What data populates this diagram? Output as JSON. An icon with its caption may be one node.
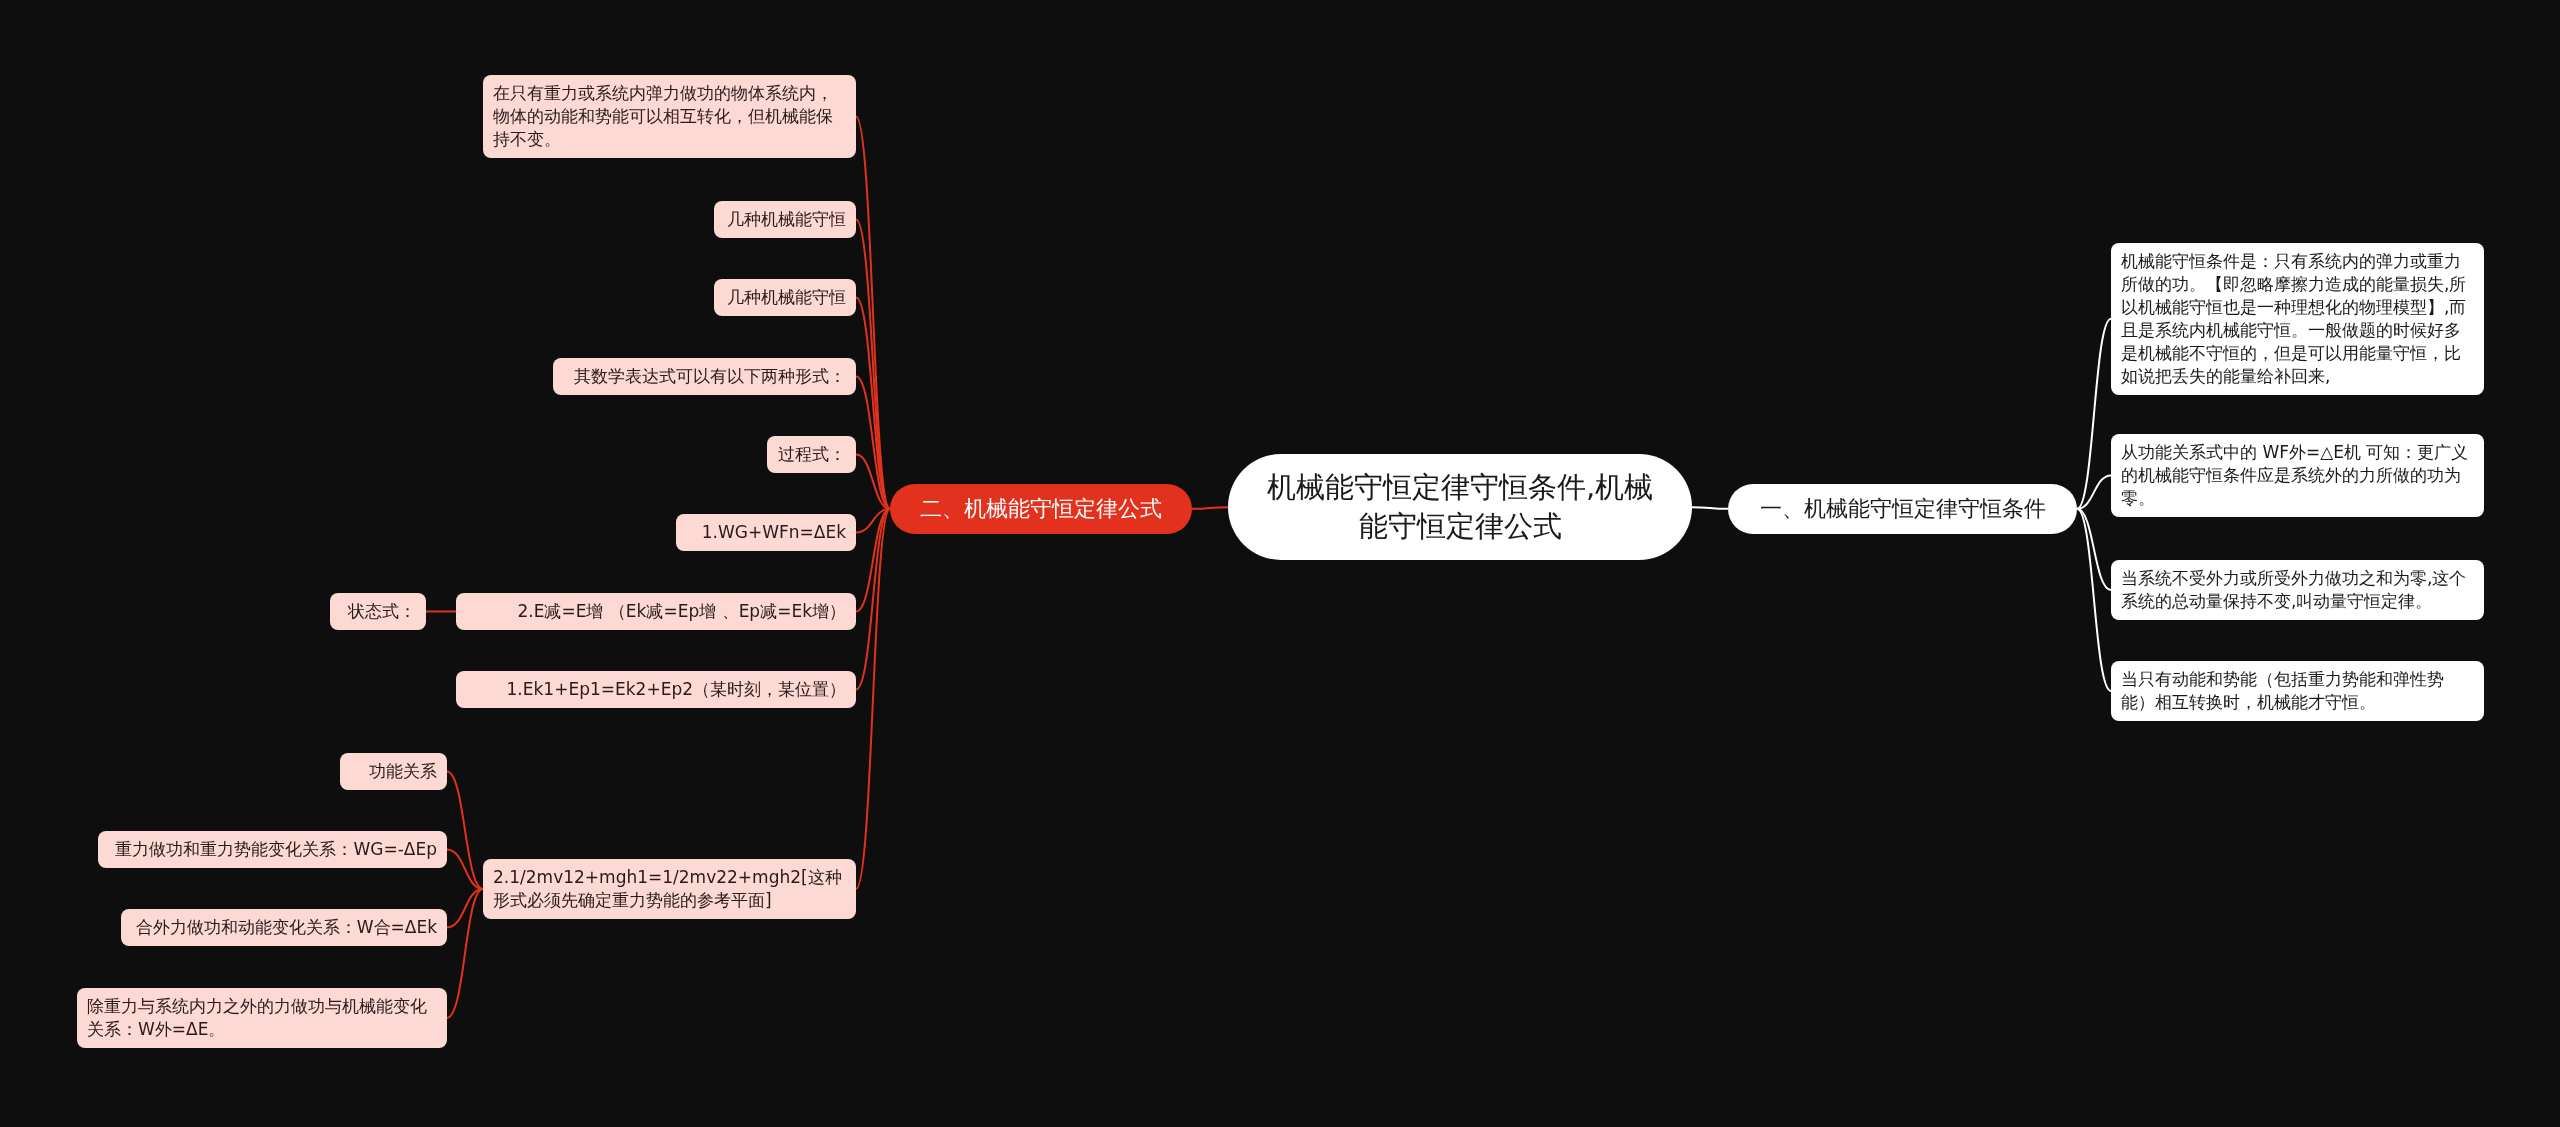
{
  "diagram": {
    "nodes": [
      {
        "text": [
          "机械能守恒定律守恒条件,机械能守恒定律公式"
        ]
      },
      {
        "text": [
          "二、机械能守恒定律公式"
        ]
      },
      {
        "text": [
          "在只有重力或系统内弹力做功的物体系统内，物体的动能和势能可以相互转化，但机械能保持不变。"
        ]
      },
      {
        "text": [
          "几种机械能守恒"
        ]
      },
      {
        "text": [
          "几种机械能守恒"
        ]
      },
      {
        "text": [
          "其数学表达式可以有以下两种形式："
        ]
      },
      {
        "text": [
          "过程式："
        ]
      },
      {
        "text": [
          "1.WG+WFn=ΔEk"
        ]
      },
      {
        "text": [
          "2.E减=E增 （Ek减=Ep增 、Ep减=Ek增）"
        ]
      },
      {
        "text": [
          "状态式："
        ]
      },
      {
        "text": [
          "1.Ek1+Ep1=Ek2+Ep2（某时刻，某位置）"
        ]
      },
      {
        "text": [
          "2.1/2mv12+mgh1=1/2mv22+mgh2[这种形式必须先确定重力势能的参考平面]"
        ]
      },
      {
        "text": [
          "功能关系"
        ]
      },
      {
        "text": [
          "重力做功和重力势能变化关系：WG=-ΔEp"
        ]
      },
      {
        "text": [
          "合外力做功和动能变化关系：W合=ΔEk"
        ]
      },
      {
        "text": [
          "除重力与系统内力之外的力做功与机械能变化关系：W外=ΔE。"
        ]
      },
      {
        "text": [
          "一、机械能守恒定律守恒条件"
        ]
      },
      {
        "text": [
          "机械能守恒条件是：只有系统内的弹力或重力所做的功。【即忽略摩擦力造成的能量损失,所以机械能守恒也是一种理想化的物理模型】,而且是系统内机械能守恒。一般做题的时候好多是机械能不守恒的，但是可以用能量守恒，比如说把丢失的能量给补回来,"
        ]
      },
      {
        "text": [
          "从功能关系式中的 WF外=△E机 可知：更广义的机械能守恒条件应是系统外的力所做的功为零。"
        ]
      },
      {
        "text": [
          "当系统不受外力或所受外力做功之和为零,这个系统的总动量保持不变,叫动量守恒定律。"
        ]
      },
      {
        "text": [
          "当只有动能和势能（包括重力势能和弹性势能）相互转换时，机械能才守恒。"
        ]
      }
    ],
    "edges": [
      {
        "from": 0,
        "to": 1,
        "arrow": "none"
      },
      {
        "from": 1,
        "to": 2,
        "arrow": "none"
      },
      {
        "from": 1,
        "to": 3,
        "arrow": "none"
      },
      {
        "from": 1,
        "to": 4,
        "arrow": "none"
      },
      {
        "from": 1,
        "to": 5,
        "arrow": "none"
      },
      {
        "from": 1,
        "to": 6,
        "arrow": "none"
      },
      {
        "from": 1,
        "to": 7,
        "arrow": "none"
      },
      {
        "from": 1,
        "to": 8,
        "arrow": "none"
      },
      {
        "from": 8,
        "to": 9,
        "arrow": "none"
      },
      {
        "from": 1,
        "to": 10,
        "arrow": "none"
      },
      {
        "from": 1,
        "to": 11,
        "arrow": "none"
      },
      {
        "from": 11,
        "to": 12,
        "arrow": "none"
      },
      {
        "from": 11,
        "to": 13,
        "arrow": "none"
      },
      {
        "from": 11,
        "to": 14,
        "arrow": "none"
      },
      {
        "from": 11,
        "to": 15,
        "arrow": "none"
      },
      {
        "from": 0,
        "to": 16,
        "arrow": "none",
        "color": "#ffffff"
      },
      {
        "from": 16,
        "to": 17,
        "arrow": "none",
        "color": "#ffffff"
      },
      {
        "from": 16,
        "to": 18,
        "arrow": "none",
        "color": "#ffffff"
      },
      {
        "from": 16,
        "to": 19,
        "arrow": "none",
        "color": "#ffffff"
      },
      {
        "from": 16,
        "to": 20,
        "arrow": "none",
        "color": "#ffffff"
      }
    ]
  }
}
